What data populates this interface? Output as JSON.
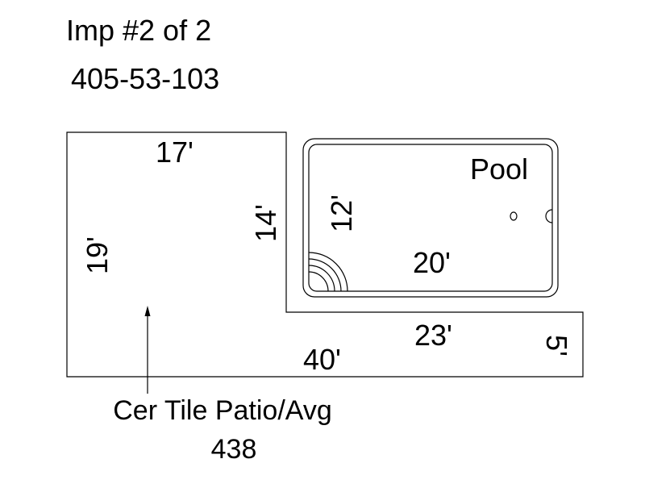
{
  "header": {
    "improvement": "Imp #2 of 2",
    "parcel_number": "405-53-103"
  },
  "patio": {
    "top_dimension": "17'",
    "left_dimension": "19'",
    "inner_dimension": "14'",
    "bottom_dimension": "40'",
    "step_dimension": "23'",
    "right_dimension": "5'",
    "label": "Cer Tile Patio/Avg",
    "area": "438"
  },
  "pool": {
    "label": "Pool",
    "width_dimension": "12'",
    "length_dimension": "20'"
  }
}
